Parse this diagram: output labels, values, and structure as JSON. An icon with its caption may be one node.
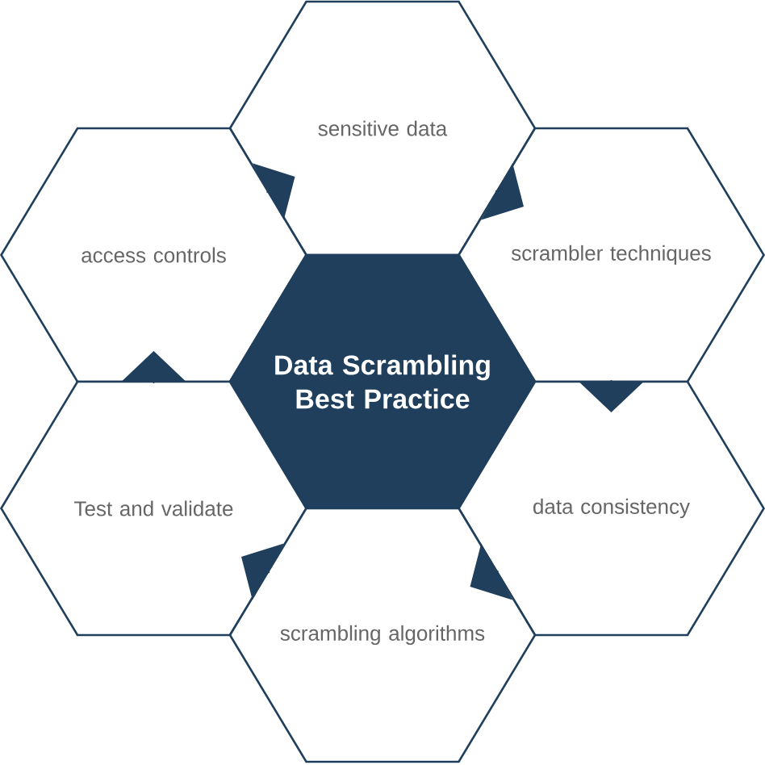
{
  "diagram": {
    "nodes": [
      {
        "text": [
          "sensitive data"
        ]
      },
      {
        "text": [
          "access controls"
        ]
      },
      {
        "text": [
          "scrambler techniques"
        ]
      },
      {
        "text": [
          "Data Scrambling Best Practice"
        ]
      },
      {
        "text": [
          "Test and validate"
        ]
      },
      {
        "text": [
          "data consistency"
        ]
      },
      {
        "text": [
          "scrambling algorithms"
        ]
      }
    ],
    "edges": [
      {
        "from": 1,
        "to": 0,
        "arrow": "to"
      },
      {
        "from": 0,
        "to": 2,
        "arrow": "to"
      },
      {
        "from": 2,
        "to": 5,
        "arrow": "to"
      },
      {
        "from": 5,
        "to": 6,
        "arrow": "to"
      },
      {
        "from": 6,
        "to": 4,
        "arrow": "to"
      },
      {
        "from": 4,
        "to": 1,
        "arrow": "to"
      }
    ]
  }
}
